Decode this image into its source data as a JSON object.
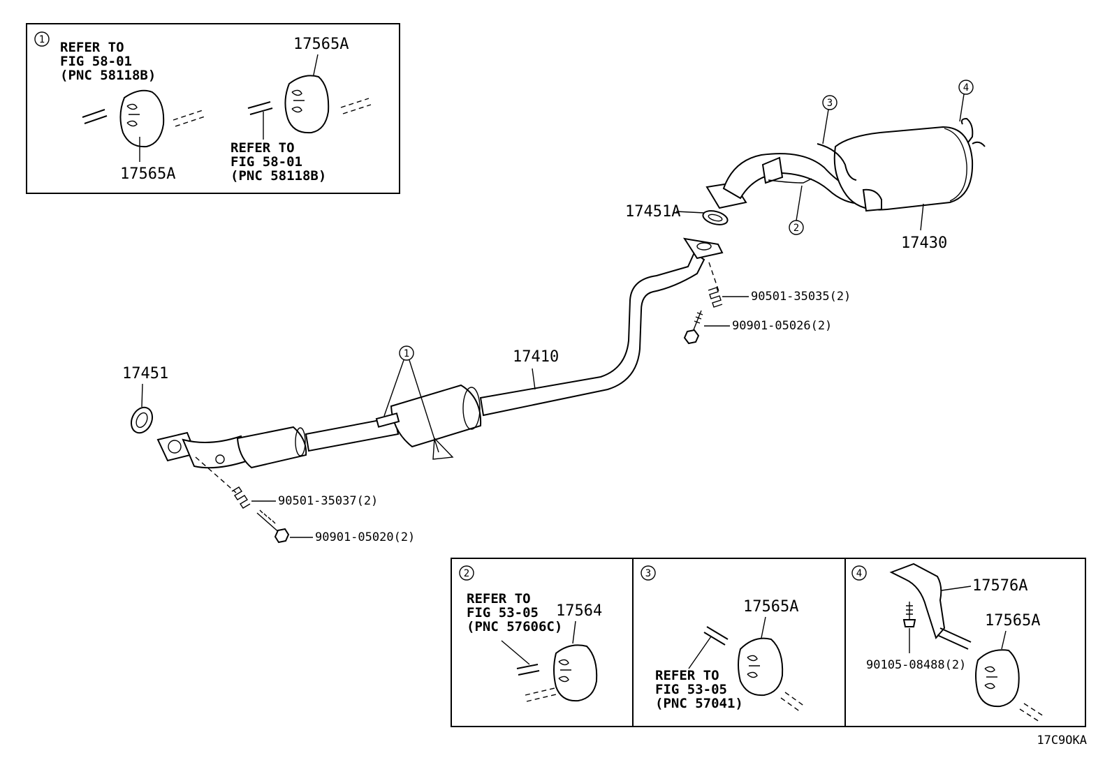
{
  "callouts": [
    "1",
    "2",
    "3",
    "4"
  ],
  "inset1": {
    "refer_left": [
      "REFER TO",
      "FIG 58-01",
      "(PNC 58118B)"
    ],
    "refer_mid": [
      "REFER TO",
      "FIG 58-01",
      "(PNC 58118B)"
    ],
    "part_top": "17565A",
    "part_bottom": "17565A"
  },
  "inset2": {
    "refer": [
      "REFER TO",
      "FIG 53-05",
      "(PNC 57606C)"
    ],
    "part": "17564"
  },
  "inset3": {
    "refer": [
      "REFER TO",
      "FIG 53-05",
      "(PNC 57041)"
    ],
    "part": "17565A"
  },
  "inset4": {
    "bracket": "17576A",
    "part": "17565A",
    "bolt": "90105-08488(2)"
  },
  "main": {
    "gasket_front": "17451",
    "front_pipe": "17410",
    "gasket_mid": "17451A",
    "muffler": "17430",
    "spring_front": "90501-35037(2)",
    "bolt_front": "90901-05020(2)",
    "spring_rear": "90501-35035(2)",
    "bolt_rear": "90901-05026(2)"
  },
  "drawing_code": "17C9OKA"
}
